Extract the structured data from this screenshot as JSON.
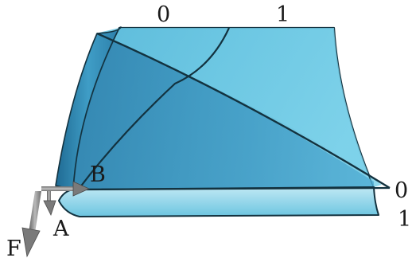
{
  "colors": {
    "surface_light": "#6cc7e2",
    "surface_mid": "#4fb0d1",
    "surface_dark": "#2f86b1",
    "outline": "#13323f",
    "arrow": "#8a8a8a"
  },
  "labels": {
    "top_left": "0",
    "top_right": "1",
    "right_upper": "0",
    "right_lower": "1",
    "point_b": "B",
    "point_a": "A",
    "force_f": "F"
  }
}
